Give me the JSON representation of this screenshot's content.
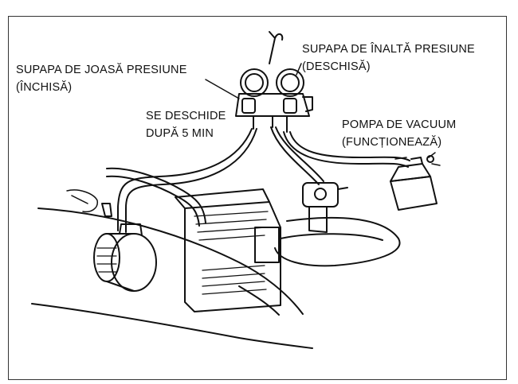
{
  "labels": {
    "low_pressure_valve": {
      "line1": "SUPAPA DE JOASĂ PRESIUNE",
      "line2": "(ÎNCHISĂ)"
    },
    "high_pressure_valve": {
      "line1": "SUPAPA DE ÎNALTĂ PRESIUNE",
      "line2": "(DESCHISĂ)"
    },
    "opens_after": {
      "line1": "SE DESCHIDE",
      "line2": "DUPĂ 5 MIN"
    },
    "vacuum_pump": {
      "line1": "POMPA DE VACUUM",
      "line2": "(FUNCȚIONEAZĂ)"
    }
  },
  "colors": {
    "ink": "#111111",
    "frame": "#333333",
    "background": "#ffffff"
  }
}
